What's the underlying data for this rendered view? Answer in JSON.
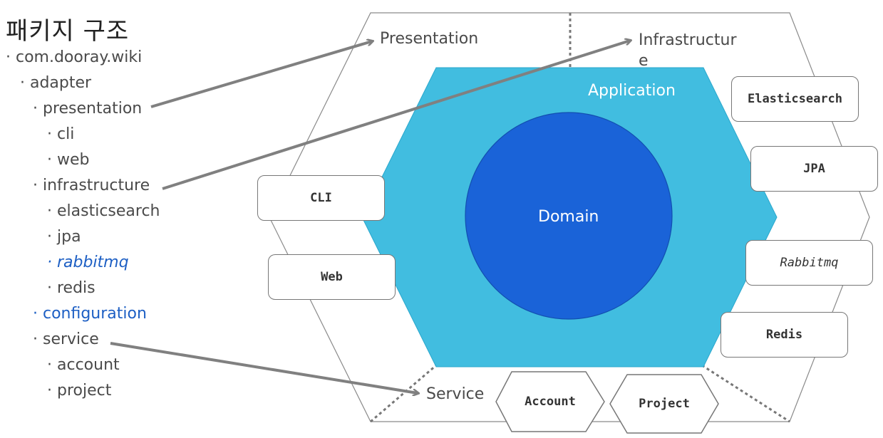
{
  "title": "패키지 구조",
  "tree": [
    {
      "label": "· com.dooray.wiki",
      "style": "normal"
    },
    {
      "label": "· adapter",
      "style": "normal"
    },
    {
      "label": "· presentation",
      "style": "normal"
    },
    {
      "label": "· cli",
      "style": "normal"
    },
    {
      "label": "· web",
      "style": "normal"
    },
    {
      "label": "· infrastructure",
      "style": "normal"
    },
    {
      "label": "· elasticsearch",
      "style": "normal"
    },
    {
      "label": "· jpa",
      "style": "normal"
    },
    {
      "label": "· rabbitmq",
      "style": "highlight-italic"
    },
    {
      "label": "· redis",
      "style": "normal"
    },
    {
      "label": "· configuration",
      "style": "highlight"
    },
    {
      "label": "· service",
      "style": "normal"
    },
    {
      "label": "· account",
      "style": "normal"
    },
    {
      "label": "· project",
      "style": "normal"
    }
  ],
  "diagram": {
    "zones": {
      "presentation": "Presentation",
      "infrastructure": "Infrastructur\ne",
      "service": "Service"
    },
    "application": "Application",
    "domain": "Domain",
    "presentation_adapters": [
      "CLI",
      "Web"
    ],
    "infrastructure_adapters": [
      "Elasticsearch",
      "JPA",
      "Rabbitmq",
      "Redis"
    ],
    "services": [
      "Account",
      "Project"
    ],
    "colors": {
      "application": "#41bde0",
      "domain": "#1a63d8",
      "arrow": "#808080",
      "highlight_text": "#1d5fc4"
    }
  }
}
